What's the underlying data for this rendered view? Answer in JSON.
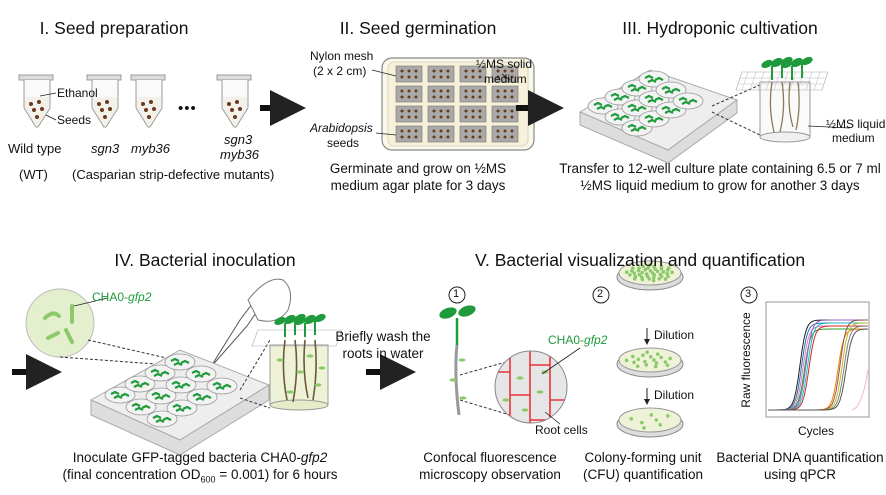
{
  "panels": {
    "seed_preparation": {
      "title": "I. Seed preparation",
      "ethanol_label": "Ethanol",
      "seeds_label": "Seeds",
      "wild_type": "Wild type",
      "wt": "(WT)",
      "sgn3": "sgn3",
      "myb36": "myb36",
      "ellipsis": "•••",
      "double_line1": "sgn3",
      "double_line2": "myb36",
      "mutants_note": "(Casparian strip-defective mutants)"
    },
    "seed_germination": {
      "title": "II. Seed germination",
      "nylon_mesh": "Nylon mesh",
      "nylon_size": "(2 x 2 cm)",
      "solid_medium_1": "½MS solid",
      "solid_medium_2": "medium",
      "arabidopsis": "Arabidopsis",
      "seeds": "seeds",
      "caption_1": "Germinate and grow on ½MS",
      "caption_2": "medium agar plate for 3 days"
    },
    "hydroponic": {
      "title": "III. Hydroponic cultivation",
      "liquid_1": "½MS liquid",
      "liquid_2": "medium",
      "caption_1": "Transfer to 12-well culture plate containing 6.5 or 7 ml",
      "caption_2": "½MS liquid medium to grow for another 3 days"
    },
    "inoculation": {
      "title": "IV. Bacterial inoculation",
      "strain": "CHA0-",
      "strain_italic": "gfp2",
      "caption_1": "Inoculate GFP-tagged bacteria CHA0-",
      "caption_1_italic": "gfp2",
      "caption_2a": "(final concentration OD",
      "caption_2_sub": "600",
      "caption_2b": " = 0.001) for 6 hours"
    },
    "wash": {
      "line1": "Briefly wash the",
      "line2": "roots in water"
    },
    "visualization": {
      "title": "V. Bacterial visualization and quantification",
      "step1": {
        "number": "1",
        "strain": "CHA0-",
        "strain_italic": "gfp2",
        "root_cells": "Root cells",
        "caption_1": "Confocal fluorescence",
        "caption_2": "microscopy observation"
      },
      "step2": {
        "number": "2",
        "dilution_1": "Dilution",
        "dilution_2": "Dilution",
        "caption_1": "Colony-forming unit",
        "caption_2": "(CFU) quantification"
      },
      "step3": {
        "number": "3",
        "ylabel": "Raw fluorescence",
        "xlabel": "Cycles",
        "caption_1": "Bacterial DNA quantification",
        "caption_2": "using qPCR"
      }
    }
  },
  "colors": {
    "seedling_green": "#1f9a3c",
    "bacteria_green": "#8cc96b",
    "medium": "#eef3d8",
    "root_cell_wall": "#e8323c",
    "seed_brown": "#6b3a1f"
  }
}
